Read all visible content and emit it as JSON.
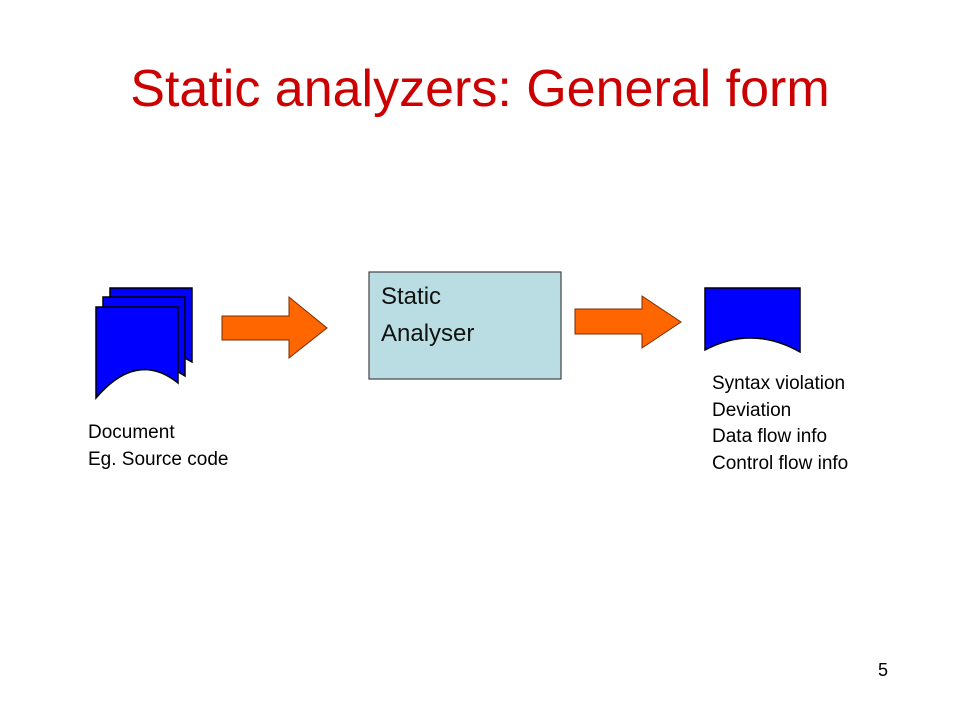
{
  "slide": {
    "title": "Static analyzers: General form",
    "page_number": "5"
  },
  "analyser": {
    "line1": "Static",
    "line2": "Analyser"
  },
  "input": {
    "caption_line1": "Document",
    "caption_line2": "Eg. Source code"
  },
  "output": {
    "items": [
      "Syntax violation",
      "Deviation",
      "Data flow info",
      "Control flow info"
    ]
  },
  "colors": {
    "title": "#cc0000",
    "document": "#0000ff",
    "arrow": "#ff6600",
    "box": "#b9dde3"
  }
}
